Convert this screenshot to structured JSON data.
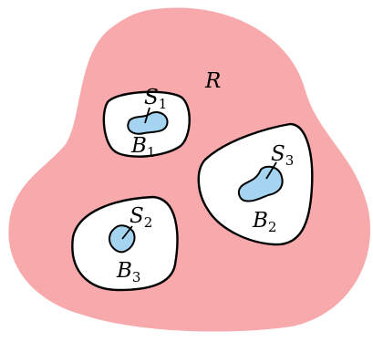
{
  "colors": {
    "region_fill": "#f8a9ab",
    "ball_fill": "#ffffff",
    "set_fill": "#a5d4f0",
    "stroke": "#000000",
    "background": "#ffffff"
  },
  "region": {
    "letter": "R"
  },
  "balls": [
    {
      "letter": "B",
      "index": "1"
    },
    {
      "letter": "B",
      "index": "2"
    },
    {
      "letter": "B",
      "index": "3"
    }
  ],
  "sets": [
    {
      "letter": "S",
      "index": "1"
    },
    {
      "letter": "S",
      "index": "3"
    },
    {
      "letter": "S",
      "index": "2"
    }
  ]
}
